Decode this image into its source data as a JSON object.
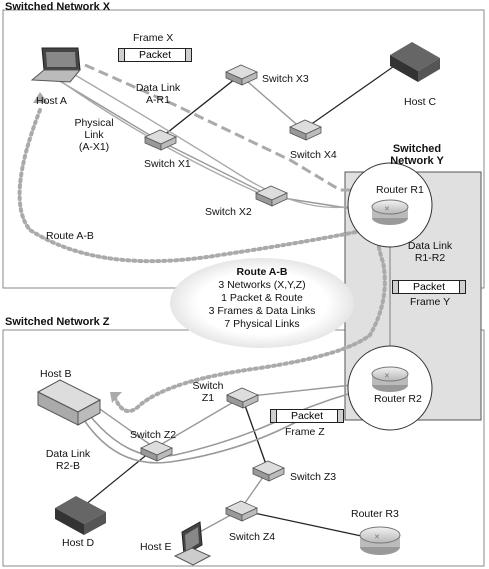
{
  "networks": {
    "x": "Switched Network X",
    "y_line1": "Switched",
    "y_line2": "Network Y",
    "z": "Switched Network Z"
  },
  "frames": {
    "frame_x": "Frame X",
    "frame_y": "Frame Y",
    "frame_z": "Frame Z",
    "packet": "Packet"
  },
  "labels": {
    "host_a": "Host A",
    "host_b": "Host B",
    "host_c": "Host C",
    "host_d": "Host D",
    "host_e": "Host E",
    "switch_x1": "Switch X1",
    "switch_x2": "Switch X2",
    "switch_x3": "Switch X3",
    "switch_x4": "Switch X4",
    "switch_z1_line1": "Switch",
    "switch_z1_line2": "Z1",
    "switch_z2": "Switch Z2",
    "switch_z3": "Switch Z3",
    "switch_z4": "Switch Z4",
    "router_r1": "Router R1",
    "router_r2": "Router R2",
    "router_r3": "Router R3",
    "data_link_ar1_line1": "Data Link",
    "data_link_ar1_line2": "A-R1",
    "physical_link_line1": "Physical",
    "physical_link_line2": "Link",
    "physical_link_line3": "(A-X1)",
    "route_ab": "Route A-B",
    "data_link_r1r2_line1": "Data Link",
    "data_link_r1r2_line2": "R1-R2",
    "data_link_r2b_line1": "Data Link",
    "data_link_r2b_line2": "R2-B"
  },
  "summary": {
    "title": "Route A-B",
    "line1": "3 Networks (X,Y,Z)",
    "line2": "1 Packet & Route",
    "line3": "3 Frames & Data Links",
    "line4": "7 Physical Links"
  }
}
